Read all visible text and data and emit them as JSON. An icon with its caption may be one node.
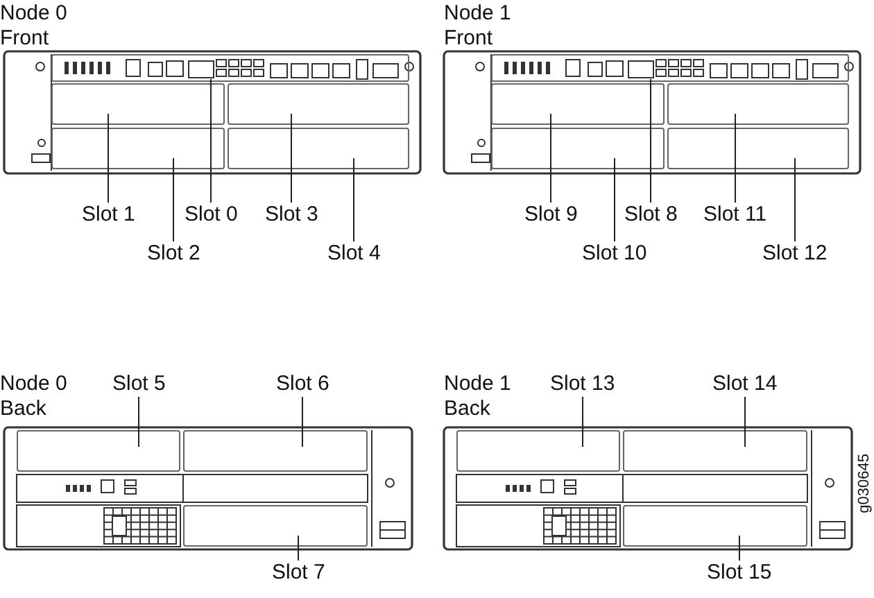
{
  "diagram": {
    "nodes": [
      {
        "text": [
          "Slot 1"
        ]
      },
      {
        "text": [
          "Slot 0"
        ]
      },
      {
        "text": [
          "Slot 3"
        ]
      },
      {
        "text": [
          "Slot 9"
        ]
      },
      {
        "text": [
          "Slot 8"
        ]
      },
      {
        "text": [
          "Slot 11"
        ]
      },
      {
        "text": [
          "Slot 2"
        ]
      },
      {
        "text": [
          "Slot 4"
        ]
      },
      {
        "text": [
          "Slot 10"
        ]
      },
      {
        "text": [
          "Slot 12"
        ]
      },
      {
        "text": [
          "Slot 5"
        ]
      },
      {
        "text": [
          "Slot 6"
        ]
      },
      {
        "text": [
          "Slot 13"
        ]
      },
      {
        "text": [
          "Slot 14"
        ]
      },
      {
        "text": [
          "Slot 7"
        ]
      },
      {
        "text": [
          "Slot 15"
        ]
      },
      {
        "text": [],
        "shape": "box"
      },
      {
        "text": [],
        "shape": "box"
      },
      {
        "text": [],
        "shape": "box"
      },
      {
        "text": [],
        "shape": "box"
      },
      {
        "text": [],
        "shape": "box"
      },
      {
        "text": [],
        "shape": "box"
      },
      {
        "text": [],
        "shape": "box"
      },
      {
        "text": [],
        "shape": "box"
      },
      {
        "text": [],
        "shape": "box"
      },
      {
        "text": [],
        "shape": "box"
      },
      {
        "text": [],
        "shape": "box"
      },
      {
        "text": [],
        "shape": "box"
      },
      {
        "text": [],
        "shape": "box"
      },
      {
        "text": [],
        "shape": "box"
      },
      {
        "text": [],
        "shape": "box"
      },
      {
        "text": [],
        "shape": "box"
      }
    ],
    "edges": [
      {
        "from": 0,
        "to": 16,
        "arrow": "none"
      },
      {
        "from": 1,
        "to": 17,
        "arrow": "none"
      },
      {
        "from": 2,
        "to": 18,
        "arrow": "none"
      },
      {
        "from": 3,
        "to": 19,
        "arrow": "none"
      },
      {
        "from": 4,
        "to": 20,
        "arrow": "none"
      },
      {
        "from": 5,
        "to": 21,
        "arrow": "none"
      },
      {
        "from": 6,
        "to": 22,
        "arrow": "none"
      },
      {
        "from": 7,
        "to": 23,
        "arrow": "none"
      },
      {
        "from": 8,
        "to": 24,
        "arrow": "none"
      },
      {
        "from": 9,
        "to": 25,
        "arrow": "none"
      },
      {
        "from": 10,
        "to": 26,
        "arrow": "none"
      },
      {
        "from": 11,
        "to": 27,
        "arrow": "none"
      },
      {
        "from": 12,
        "to": 28,
        "arrow": "none"
      },
      {
        "from": 13,
        "to": 29,
        "arrow": "none"
      },
      {
        "from": 14,
        "to": 30,
        "arrow": "none"
      },
      {
        "from": 15,
        "to": 31,
        "arrow": "none"
      }
    ],
    "labels": [
      "Node 0 Front",
      "Node 1 Front",
      "Node 0 Back",
      "Node 1 Back",
      "g030645"
    ]
  }
}
